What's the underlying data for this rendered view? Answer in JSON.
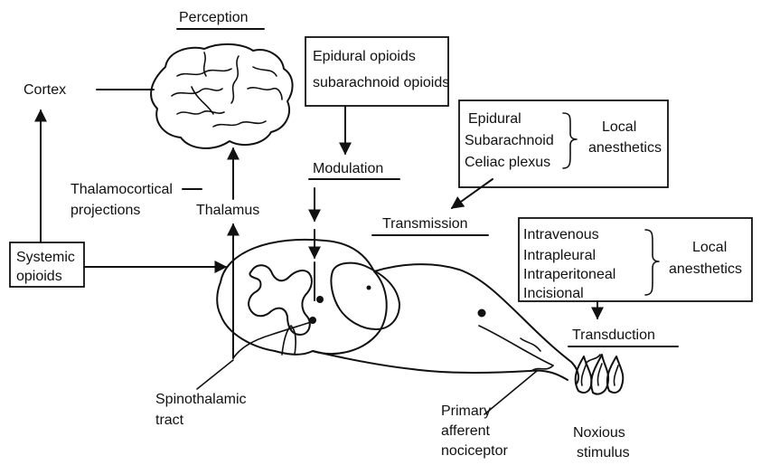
{
  "labels": {
    "perception": "Perception",
    "cortex": "Cortex",
    "thalamocortical_1": "Thalamocortical",
    "thalamocortical_2": "projections",
    "thalamus": "Thalamus",
    "systemic_opioids_1": "Systemic",
    "systemic_opioids_2": "opioids",
    "epidural_opioids_1": "Epidural  opioids",
    "epidural_opioids_2": "subarachnoid opioids",
    "modulation": "Modulation",
    "transmission": "Transmission",
    "transduction": "Transduction",
    "spinothalamic_1": "Spinothalamic",
    "spinothalamic_2": "tract",
    "primary_afferent_1": "Primary",
    "primary_afferent_2": "afferent",
    "primary_afferent_3": "nociceptor",
    "noxious_1": "Noxious",
    "noxious_2": "stimulus"
  },
  "box_neuraxial": {
    "items": [
      "Epidural",
      "Subarachnoid",
      "Celiac plexus"
    ],
    "target_1": "Local",
    "target_2": "anesthetics"
  },
  "box_peripheral": {
    "items": [
      "Intravenous",
      "Intrapleural",
      "Intraperitoneal",
      "Incisional"
    ],
    "target_1": "Local",
    "target_2": "anesthetics"
  }
}
